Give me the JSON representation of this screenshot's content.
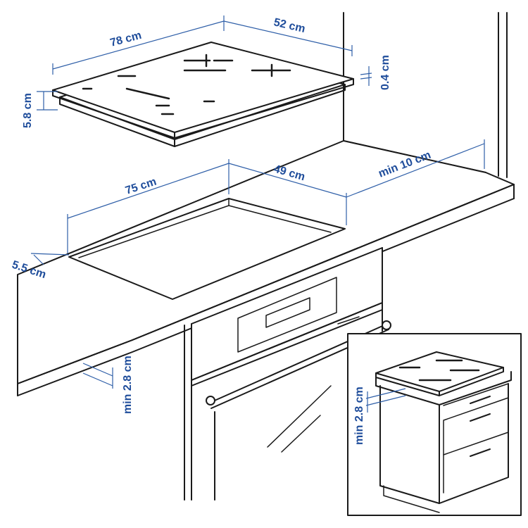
{
  "dimensions": {
    "hob_width": "78 cm",
    "hob_depth": "52 cm",
    "hob_height": "5.8 cm",
    "glass_thickness": "0.4 cm",
    "cutout_width": "75 cm",
    "cutout_depth": "49 cm",
    "front_margin": "5.5 cm",
    "rear_clearance": "min 10 cm",
    "under_clearance": "min 2.8 cm",
    "inset_under_clearance": "min 2.8 cm"
  },
  "colors": {
    "dimension": "#1f4d9b",
    "line": "#1a1a1a"
  }
}
